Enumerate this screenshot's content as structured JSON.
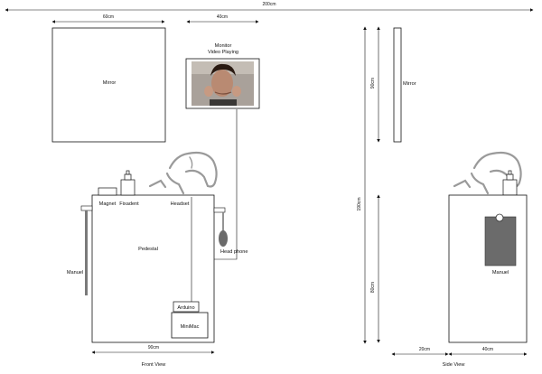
{
  "dimensions": {
    "total_width": "200cm",
    "mirror_width": "60cm",
    "monitor_width": "40cm",
    "pedestal_width": "90cm",
    "total_height": "190cm",
    "mirror_height": "90cm",
    "pedestal_height": "80cm",
    "side_gap": "20cm",
    "side_depth": "40cm"
  },
  "front_view": {
    "mirror_label": "Mirror",
    "monitor_label_line1": "Monitor",
    "monitor_label_line2": "Video Playing",
    "magnet_label": "Magnet",
    "fixadent_label": "Fixadent",
    "headset_label": "Headset",
    "pedestal_label": "Pedestal",
    "headphone_label": "Head phone",
    "arduino_label": "Arduino",
    "minimac_label": "MiniMac",
    "manuel_label": "Manuel",
    "view_title": "Front View"
  },
  "side_view": {
    "mirror_label": "Mirror",
    "manuel_label": "Manuel",
    "view_title": "Side View"
  },
  "colors": {
    "line": "#1a1a1a",
    "sketch": "#9a9a9a",
    "manuel_device": "#6b6b6b",
    "pole": "#7a7a7a"
  }
}
